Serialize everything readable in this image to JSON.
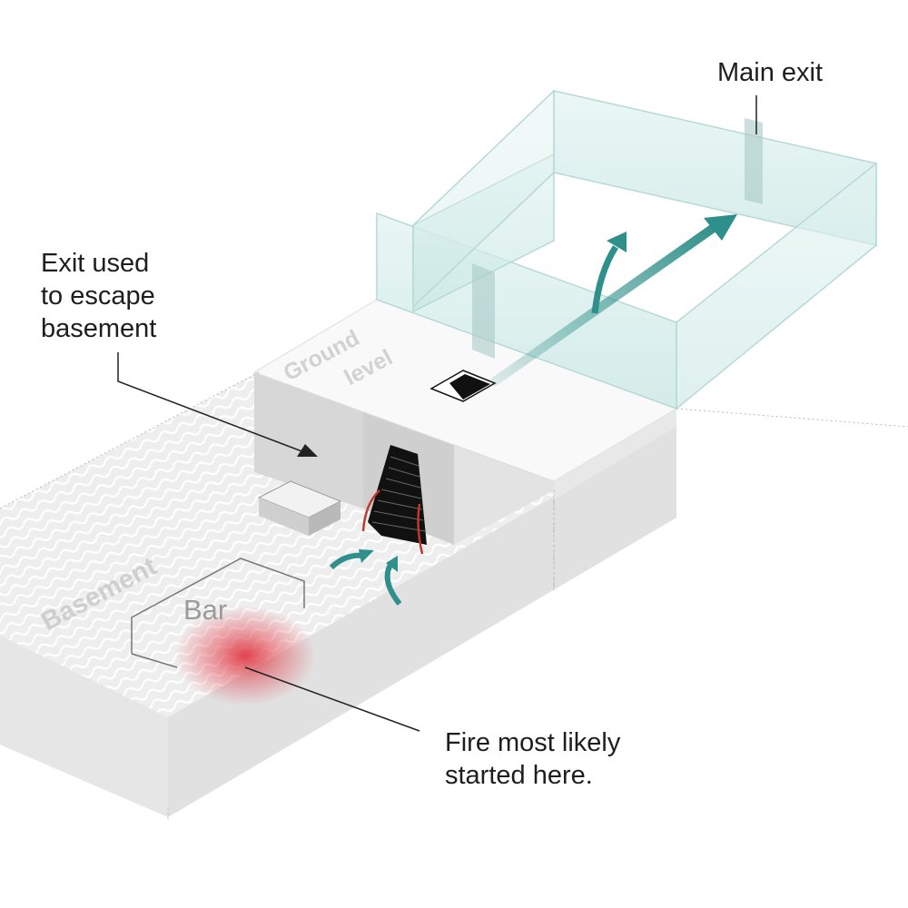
{
  "labels": {
    "main_exit": "Main exit",
    "escape_exit": "Exit used\nto escape\nbasement",
    "ground_level_line1": "Ground",
    "ground_level_line2": "level",
    "basement": "Basement",
    "bar": "Bar",
    "fire_origin": "Fire most likely\nstarted here."
  },
  "colors": {
    "arrow": "#2f8f8a",
    "fire": "#e0303c",
    "glass": "#d6eeec",
    "wall": "#e4e4e4",
    "stair": "#111111",
    "door": "#c0392b"
  }
}
